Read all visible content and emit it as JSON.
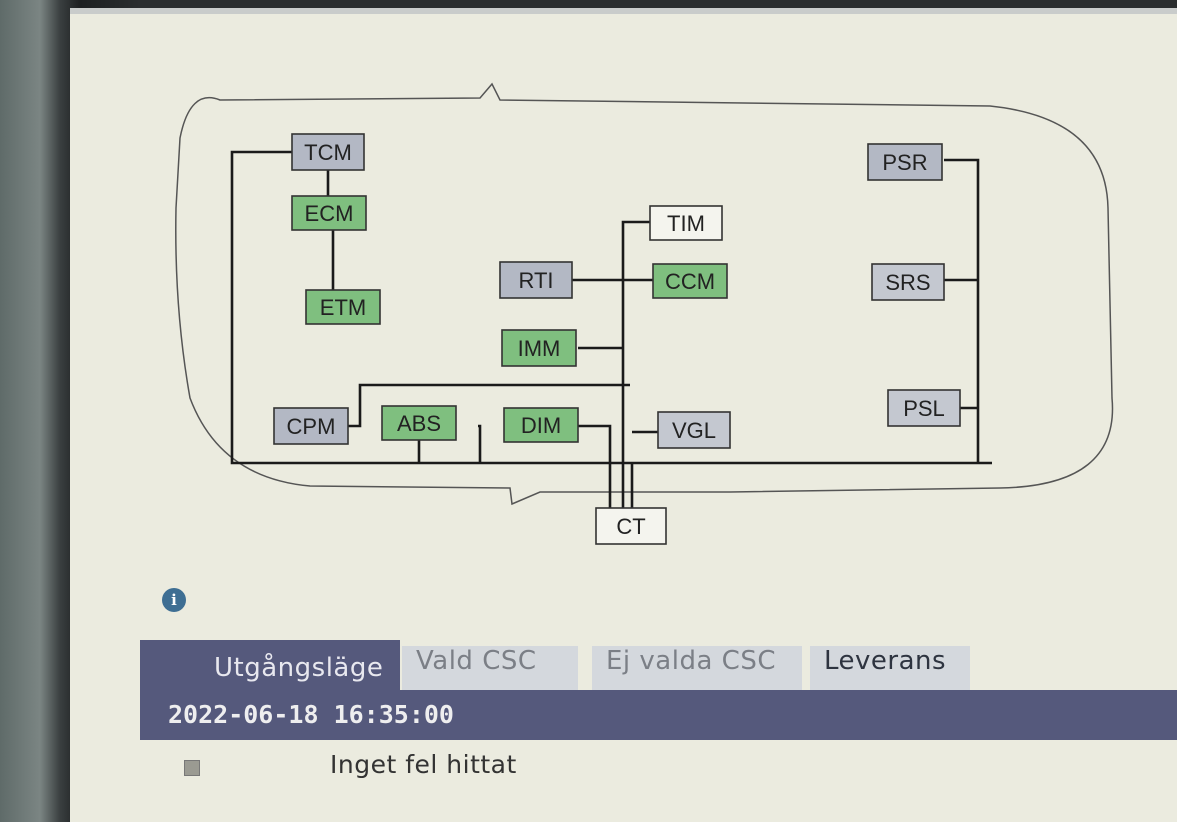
{
  "diagram": {
    "nodes": [
      {
        "id": "TCM",
        "label": "TCM",
        "color": "#b3b8c4"
      },
      {
        "id": "ECM",
        "label": "ECM",
        "color": "#7fbf7f"
      },
      {
        "id": "ETM",
        "label": "ETM",
        "color": "#7fbf7f"
      },
      {
        "id": "TIM",
        "label": "TIM",
        "color": "#f4f4ee"
      },
      {
        "id": "RTI",
        "label": "RTI",
        "color": "#b3b8c4"
      },
      {
        "id": "CCM",
        "label": "CCM",
        "color": "#7fbf7f"
      },
      {
        "id": "IMM",
        "label": "IMM",
        "color": "#7fbf7f"
      },
      {
        "id": "PSR",
        "label": "PSR",
        "color": "#b3b8c4"
      },
      {
        "id": "SRS",
        "label": "SRS",
        "color": "#c4c8d0"
      },
      {
        "id": "PSL",
        "label": "PSL",
        "color": "#c4c8d0"
      },
      {
        "id": "CPM",
        "label": "CPM",
        "color": "#b3b8c4"
      },
      {
        "id": "ABS",
        "label": "ABS",
        "color": "#7fbf7f"
      },
      {
        "id": "DIM",
        "label": "DIM",
        "color": "#7fbf7f"
      },
      {
        "id": "VGL",
        "label": "VGL",
        "color": "#c4c8d0"
      },
      {
        "id": "CT",
        "label": "CT",
        "color": "#f4f4ee"
      }
    ]
  },
  "info_icon": "info-icon",
  "tabs": [
    {
      "label": "Utgångsläge",
      "active": true
    },
    {
      "label": "Vald CSC",
      "active": false
    },
    {
      "label": "Ej valda CSC",
      "active": false
    },
    {
      "label": "Leverans",
      "active": false
    }
  ],
  "status": {
    "timestamp": "2022-06-18 16:35:00",
    "message": "Inget fel hittat",
    "message_icon": "status-square-icon"
  },
  "colors": {
    "active_tab": "#55597c",
    "inactive_tab": "#d4d8dd",
    "node_green": "#7fbf7f",
    "node_gray": "#b3b8c4",
    "node_white": "#f4f4ee",
    "background": "#ebebdf"
  }
}
